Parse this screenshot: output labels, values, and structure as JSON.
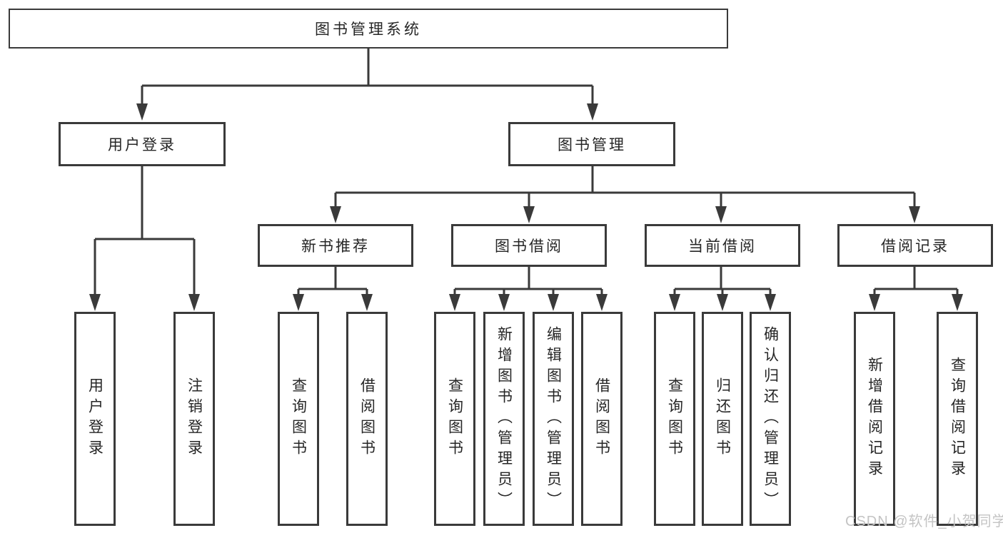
{
  "colors": {
    "line": "#3a3a3a",
    "node_border": "#3a3a3a",
    "node_background": "#ffffff",
    "text": "#262626",
    "watermark": "#c4c4c4",
    "page_background": "#ffffff"
  },
  "diagram_type": "hierarchy-tree",
  "tree": {
    "label": "图书管理系统",
    "children": [
      {
        "label": "用户登录",
        "children": [
          {
            "label": "用户登录"
          },
          {
            "label": "注销登录"
          }
        ]
      },
      {
        "label": "图书管理",
        "children": [
          {
            "label": "新书推荐",
            "children": [
              {
                "label": "查询图书"
              },
              {
                "label": "借阅图书"
              }
            ]
          },
          {
            "label": "图书借阅",
            "children": [
              {
                "label": "查询图书"
              },
              {
                "label": "新增图书（管理员）"
              },
              {
                "label": "编辑图书（管理员）"
              },
              {
                "label": "借阅图书"
              }
            ]
          },
          {
            "label": "当前借阅",
            "children": [
              {
                "label": "查询图书"
              },
              {
                "label": "归还图书"
              },
              {
                "label": "确认归还（管理员）"
              }
            ]
          },
          {
            "label": "借阅记录",
            "children": [
              {
                "label": "新增借阅记录"
              },
              {
                "label": "查询借阅记录"
              }
            ]
          }
        ]
      }
    ]
  },
  "watermark": {
    "text": "CSDN @软件_小贺同学"
  }
}
